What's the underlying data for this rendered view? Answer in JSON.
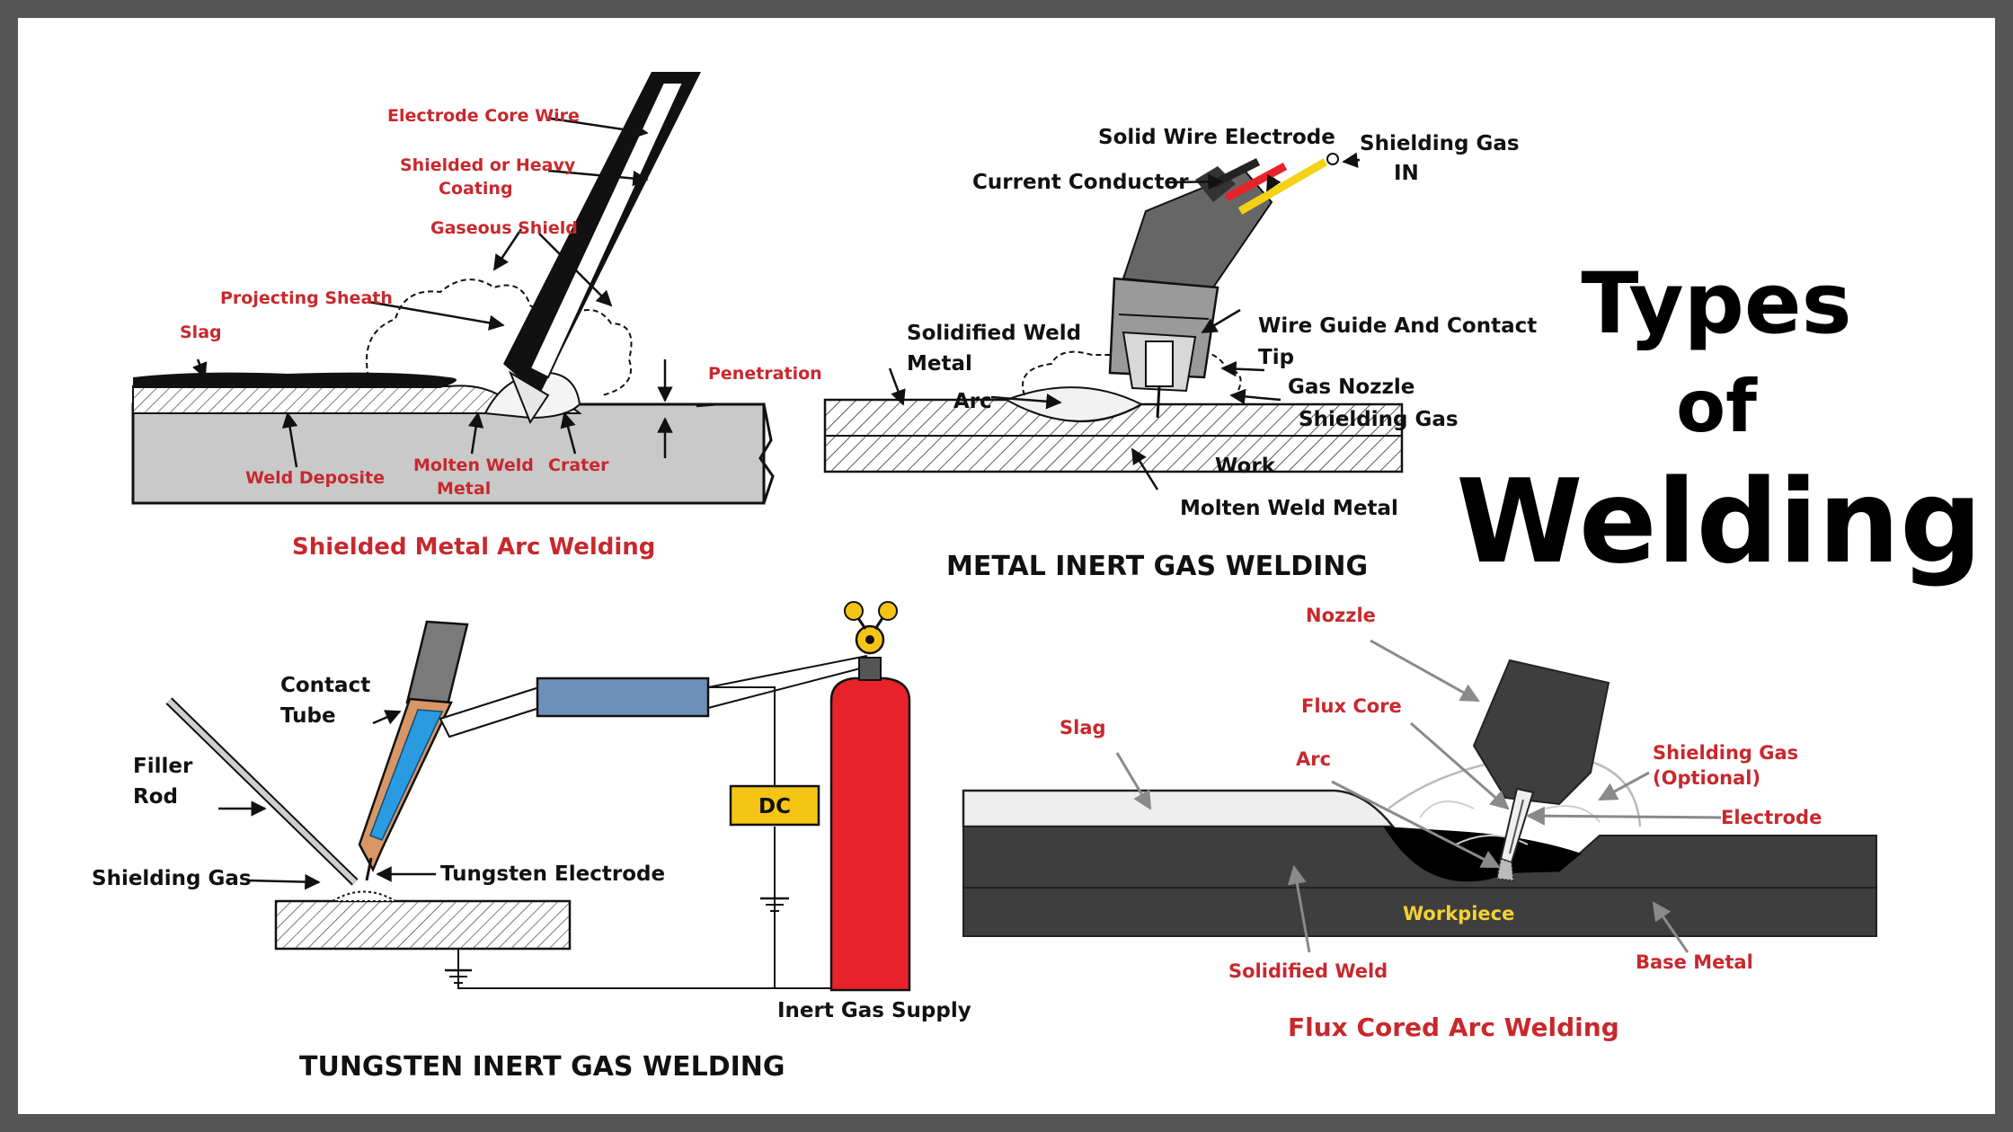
{
  "title": {
    "line1": "Types",
    "line2": "of",
    "line3": "Welding"
  },
  "smaw": {
    "caption": "Shielded Metal Arc Welding",
    "labels": {
      "core_wire": "Electrode Core Wire",
      "coating_1": "Shielded or Heavy",
      "coating_2": "Coating",
      "gaseous_shield": "Gaseous Shield",
      "projecting_sheath": "Projecting Sheath",
      "slag": "Slag",
      "penetration": "Penetration",
      "weld_deposite": "Weld Deposite",
      "molten_1": "Molten Weld",
      "molten_2": "Metal",
      "crater": "Crater"
    }
  },
  "mig": {
    "caption": "METAL INERT GAS WELDING",
    "labels": {
      "solid_wire": "Solid Wire Electrode",
      "shielding_in_1": "Shielding Gas",
      "shielding_in_2": "IN",
      "current_conductor": "Current Conductor",
      "solidified_1": "Solidified Weld",
      "solidified_2": "Metal",
      "wire_guide_1": "Wire Guide And Contact",
      "wire_guide_2": "Tip",
      "gas_nozzle": "Gas Nozzle",
      "arc": "Arc",
      "shielding_gas": "Shielding Gas",
      "work": "Work",
      "molten": "Molten Weld Metal"
    }
  },
  "tig": {
    "caption": "TUNGSTEN INERT GAS WELDING",
    "labels": {
      "contact_1": "Contact",
      "contact_2": "Tube",
      "filler_1": "Filler",
      "filler_2": "Rod",
      "shielding_gas": "Shielding Gas",
      "tungsten": "Tungsten Electrode",
      "dc": "DC",
      "inert_gas": "Inert Gas Supply"
    }
  },
  "fcaw": {
    "caption": "Flux Cored Arc Welding",
    "labels": {
      "nozzle": "Nozzle",
      "flux_core": "Flux Core",
      "slag": "Slag",
      "arc": "Arc",
      "shielding_1": "Shielding Gas",
      "shielding_2": "(Optional)",
      "electrode": "Electrode",
      "workpiece": "Workpiece",
      "solidified": "Solidified Weld",
      "base_metal": "Base Metal"
    }
  },
  "colors": {
    "label_red": "#c8282d",
    "cylinder_red": "#e8222a",
    "hose_blue": "#6d8fb8",
    "electrode_blue": "#2a9be0",
    "dc_yellow": "#f5c516",
    "fcaw_dark": "#3e3e3e"
  }
}
